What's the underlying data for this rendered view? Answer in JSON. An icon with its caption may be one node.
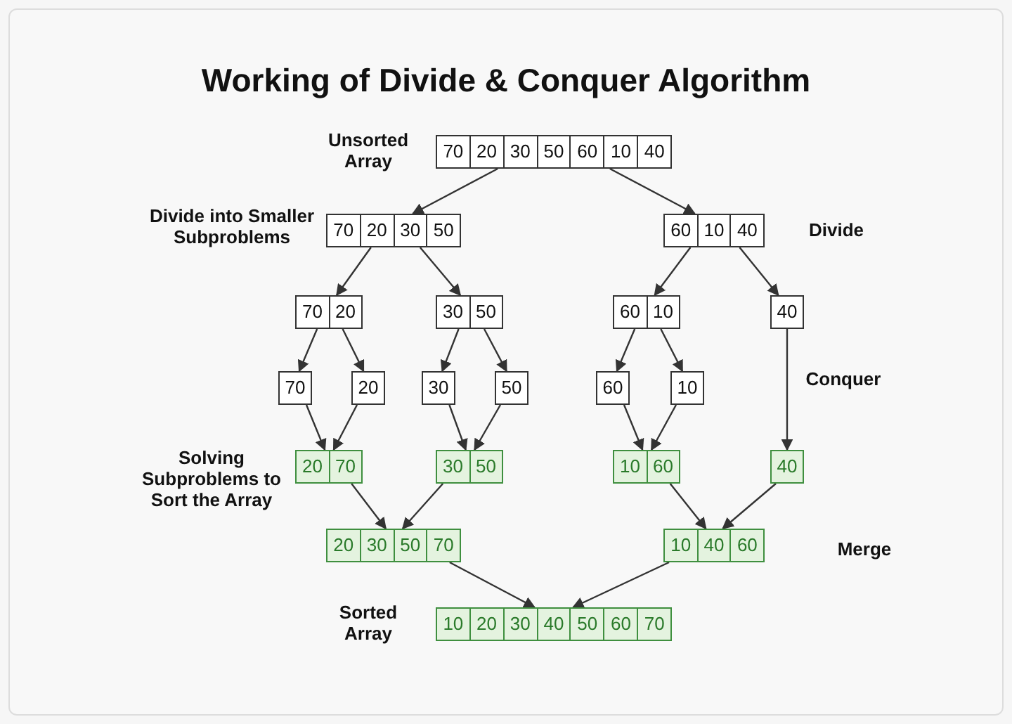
{
  "diagram": {
    "title": "Working of Divide & Conquer Algorithm",
    "nodes": [
      {
        "text": [
          "70",
          "20",
          "30",
          "50",
          "60",
          "10",
          "40"
        ],
        "beside": [
          "Unsorted Array"
        ]
      },
      {
        "text": [
          "70",
          "20",
          "30",
          "50"
        ]
      },
      {
        "text": [
          "60",
          "10",
          "40"
        ]
      },
      {
        "text": [
          "70",
          "20"
        ]
      },
      {
        "text": [
          "30",
          "50"
        ]
      },
      {
        "text": [
          "60",
          "10"
        ]
      },
      {
        "text": [
          "40"
        ]
      },
      {
        "text": [
          "70"
        ]
      },
      {
        "text": [
          "20"
        ]
      },
      {
        "text": [
          "30"
        ]
      },
      {
        "text": [
          "50"
        ]
      },
      {
        "text": [
          "60"
        ]
      },
      {
        "text": [
          "10"
        ]
      },
      {
        "text": [
          "20",
          "70"
        ]
      },
      {
        "text": [
          "30",
          "50"
        ]
      },
      {
        "text": [
          "10",
          "60"
        ]
      },
      {
        "text": [
          "40"
        ]
      },
      {
        "text": [
          "20",
          "30",
          "50",
          "70"
        ]
      },
      {
        "text": [
          "10",
          "40",
          "60"
        ]
      },
      {
        "text": [
          "10",
          "20",
          "30",
          "40",
          "50",
          "60",
          "70"
        ],
        "beside": [
          "Sorted Array"
        ]
      }
    ],
    "edges": [
      {
        "from": 0,
        "to": 1,
        "arrow": "to"
      },
      {
        "from": 0,
        "to": 2,
        "arrow": "to"
      },
      {
        "from": 1,
        "to": 3,
        "arrow": "to"
      },
      {
        "from": 1,
        "to": 4,
        "arrow": "to"
      },
      {
        "from": 2,
        "to": 5,
        "arrow": "to"
      },
      {
        "from": 2,
        "to": 6,
        "arrow": "to"
      },
      {
        "from": 3,
        "to": 7,
        "arrow": "to"
      },
      {
        "from": 3,
        "to": 8,
        "arrow": "to"
      },
      {
        "from": 4,
        "to": 9,
        "arrow": "to"
      },
      {
        "from": 4,
        "to": 10,
        "arrow": "to"
      },
      {
        "from": 5,
        "to": 11,
        "arrow": "to"
      },
      {
        "from": 5,
        "to": 12,
        "arrow": "to"
      },
      {
        "from": 6,
        "to": 16,
        "arrow": "to"
      },
      {
        "from": 7,
        "to": 13,
        "arrow": "to"
      },
      {
        "from": 8,
        "to": 13,
        "arrow": "to"
      },
      {
        "from": 9,
        "to": 14,
        "arrow": "to"
      },
      {
        "from": 10,
        "to": 14,
        "arrow": "to"
      },
      {
        "from": 11,
        "to": 15,
        "arrow": "to"
      },
      {
        "from": 12,
        "to": 15,
        "arrow": "to"
      },
      {
        "from": 13,
        "to": 17,
        "arrow": "to"
      },
      {
        "from": 14,
        "to": 17,
        "arrow": "to"
      },
      {
        "from": 15,
        "to": 18,
        "arrow": "to"
      },
      {
        "from": 16,
        "to": 18,
        "arrow": "to"
      },
      {
        "from": 17,
        "to": 19,
        "arrow": "to"
      },
      {
        "from": 18,
        "to": 19,
        "arrow": "to"
      }
    ],
    "labels": [
      "Divide into Smaller Subproblems",
      "Divide",
      "Conquer",
      "Solving Subproblems to Sort the Array",
      "Merge"
    ]
  }
}
